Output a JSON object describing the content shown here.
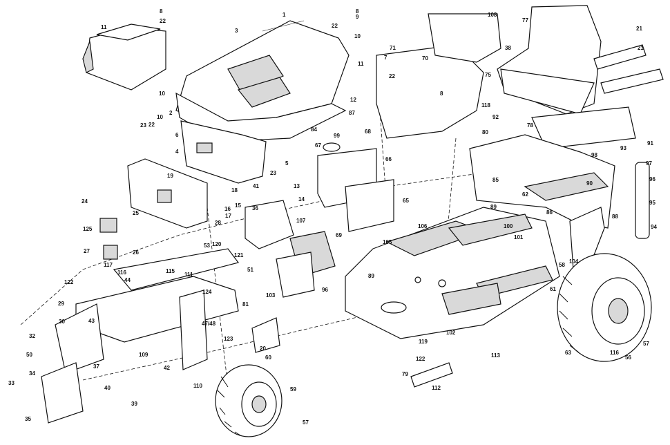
{
  "diagram": {
    "callouts": [
      {
        "id": "c8a",
        "text": "8"
      },
      {
        "id": "c22a",
        "text": "22"
      },
      {
        "id": "c11",
        "text": "11"
      },
      {
        "id": "c3",
        "text": "3"
      },
      {
        "id": "c1",
        "text": "1"
      },
      {
        "id": "c8b",
        "text": "8"
      },
      {
        "id": "c9",
        "text": "9"
      },
      {
        "id": "c22b",
        "text": "22"
      },
      {
        "id": "c10a",
        "text": "10"
      },
      {
        "id": "c108",
        "text": "108"
      },
      {
        "id": "c77",
        "text": "77"
      },
      {
        "id": "c21a",
        "text": "21"
      },
      {
        "id": "c21b",
        "text": "21"
      },
      {
        "id": "c38",
        "text": "38"
      },
      {
        "id": "c71",
        "text": "71"
      },
      {
        "id": "c70",
        "text": "70"
      },
      {
        "id": "c11b",
        "text": "11"
      },
      {
        "id": "c12",
        "text": "12"
      },
      {
        "id": "c7",
        "text": "7"
      },
      {
        "id": "c75",
        "text": "75"
      },
      {
        "id": "c22c",
        "text": "22"
      },
      {
        "id": "c10b",
        "text": "10"
      },
      {
        "id": "c8c",
        "text": "8"
      },
      {
        "id": "c23a",
        "text": "23"
      },
      {
        "id": "c22d",
        "text": "22"
      },
      {
        "id": "c10c",
        "text": "10"
      },
      {
        "id": "c2",
        "text": "2"
      },
      {
        "id": "c87",
        "text": "87"
      },
      {
        "id": "c84",
        "text": "84"
      },
      {
        "id": "c6",
        "text": "6"
      },
      {
        "id": "c4",
        "text": "4"
      },
      {
        "id": "c5",
        "text": "5"
      },
      {
        "id": "c99",
        "text": "99"
      },
      {
        "id": "c68",
        "text": "68"
      },
      {
        "id": "c67",
        "text": "67"
      },
      {
        "id": "c66",
        "text": "66"
      },
      {
        "id": "c65",
        "text": "65"
      },
      {
        "id": "c118",
        "text": "118"
      },
      {
        "id": "c92",
        "text": "92"
      },
      {
        "id": "c78",
        "text": "78"
      },
      {
        "id": "c80",
        "text": "80"
      },
      {
        "id": "c91",
        "text": "91"
      },
      {
        "id": "c93",
        "text": "93"
      },
      {
        "id": "c98",
        "text": "98"
      },
      {
        "id": "c97",
        "text": "97"
      },
      {
        "id": "c96",
        "text": "96"
      },
      {
        "id": "c95",
        "text": "95"
      },
      {
        "id": "c94",
        "text": "94"
      },
      {
        "id": "c19",
        "text": "19"
      },
      {
        "id": "c18",
        "text": "18"
      },
      {
        "id": "c15",
        "text": "15"
      },
      {
        "id": "c14",
        "text": "14"
      },
      {
        "id": "c13a",
        "text": "13"
      },
      {
        "id": "c23b",
        "text": "23"
      },
      {
        "id": "c41a",
        "text": "41"
      },
      {
        "id": "c36a",
        "text": "36"
      },
      {
        "id": "c16",
        "text": "16"
      },
      {
        "id": "c17",
        "text": "17"
      },
      {
        "id": "c24",
        "text": "24"
      },
      {
        "id": "c25",
        "text": "25"
      },
      {
        "id": "c125",
        "text": "125"
      },
      {
        "id": "c28",
        "text": "28"
      },
      {
        "id": "c27",
        "text": "27"
      },
      {
        "id": "c26",
        "text": "26"
      },
      {
        "id": "c107",
        "text": "107"
      },
      {
        "id": "c69",
        "text": "69"
      },
      {
        "id": "c106a",
        "text": "106"
      },
      {
        "id": "c105a",
        "text": "105"
      },
      {
        "id": "c100",
        "text": "100"
      },
      {
        "id": "c101",
        "text": "101"
      },
      {
        "id": "c88",
        "text": "88"
      },
      {
        "id": "c86",
        "text": "86"
      },
      {
        "id": "c89",
        "text": "89"
      },
      {
        "id": "c90",
        "text": "90"
      },
      {
        "id": "c62",
        "text": "62"
      },
      {
        "id": "c85",
        "text": "85"
      },
      {
        "id": "c53",
        "text": "53"
      },
      {
        "id": "c120",
        "text": "120"
      },
      {
        "id": "c121",
        "text": "121"
      },
      {
        "id": "c51a",
        "text": "51"
      },
      {
        "id": "c117a",
        "text": "117"
      },
      {
        "id": "c116a",
        "text": "116"
      },
      {
        "id": "c122a",
        "text": "122"
      },
      {
        "id": "c44",
        "text": "44"
      },
      {
        "id": "c115",
        "text": "115"
      },
      {
        "id": "c111",
        "text": "111"
      },
      {
        "id": "c124",
        "text": "124"
      },
      {
        "id": "c81",
        "text": "81"
      },
      {
        "id": "c103",
        "text": "103"
      },
      {
        "id": "c96b",
        "text": "96"
      },
      {
        "id": "c89b",
        "text": "89"
      },
      {
        "id": "c104",
        "text": "104"
      },
      {
        "id": "c58",
        "text": "58"
      },
      {
        "id": "c63",
        "text": "63"
      },
      {
        "id": "c61",
        "text": "61"
      },
      {
        "id": "c116b",
        "text": "116"
      },
      {
        "id": "c56",
        "text": "56"
      },
      {
        "id": "c57a",
        "text": "57"
      },
      {
        "id": "c102",
        "text": "102"
      },
      {
        "id": "c122b",
        "text": "122"
      },
      {
        "id": "c20",
        "text": "20"
      },
      {
        "id": "c119",
        "text": "119"
      },
      {
        "id": "c60",
        "text": "60"
      },
      {
        "id": "c59",
        "text": "59"
      },
      {
        "id": "c57b",
        "text": "57"
      },
      {
        "id": "c112",
        "text": "112"
      },
      {
        "id": "c79",
        "text": "79"
      },
      {
        "id": "c113",
        "text": "113"
      },
      {
        "id": "c109",
        "text": "109"
      },
      {
        "id": "c42",
        "text": "42"
      },
      {
        "id": "c29",
        "text": "29"
      },
      {
        "id": "c30",
        "text": "30"
      },
      {
        "id": "c43",
        "text": "43"
      },
      {
        "id": "c32",
        "text": "32"
      },
      {
        "id": "c50",
        "text": "50"
      },
      {
        "id": "c34",
        "text": "34"
      },
      {
        "id": "c33",
        "text": "33"
      },
      {
        "id": "c35",
        "text": "35"
      },
      {
        "id": "c39",
        "text": "39"
      },
      {
        "id": "c37",
        "text": "37"
      },
      {
        "id": "c40",
        "text": "40"
      },
      {
        "id": "c47",
        "text": "47/48"
      },
      {
        "id": "c123",
        "text": "123"
      },
      {
        "id": "c110",
        "text": "110"
      }
    ]
  }
}
